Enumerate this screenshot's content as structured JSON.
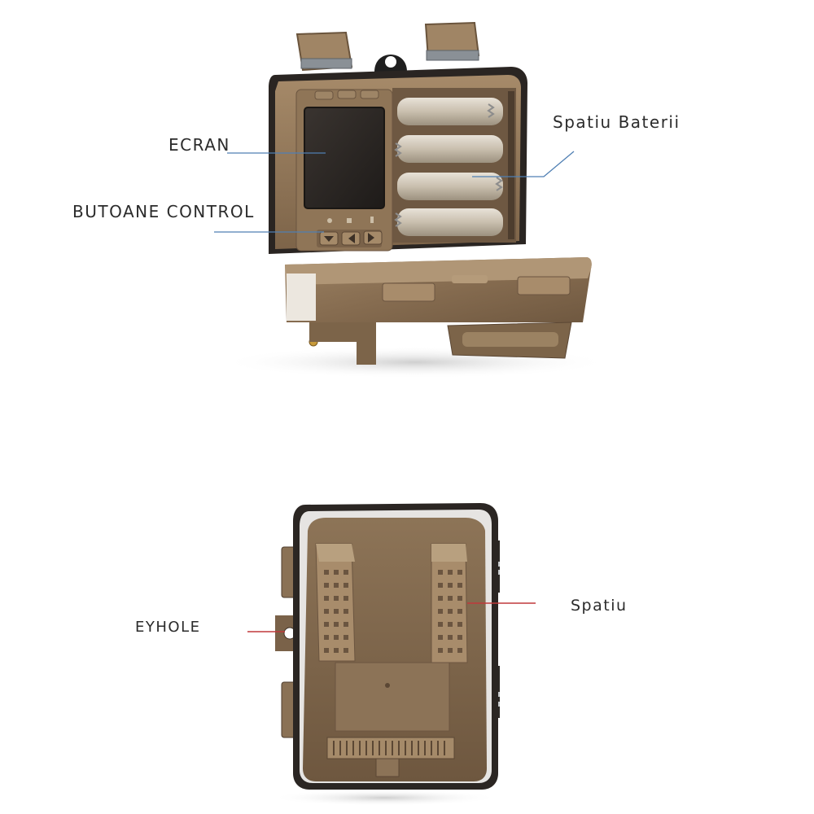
{
  "labels": {
    "screen": "ECRAN",
    "control_buttons": "BUTOANE CONTROL",
    "battery_space": "Spatiu Baterii",
    "keyhole": "EYHOLE",
    "space": "Spatiu"
  },
  "colors": {
    "body": "#8a7155",
    "body_dark": "#5e4a35",
    "body_light": "#a88c6b",
    "screen": "#2a2622",
    "battery": "#cfc6b8",
    "callout_blue": "#4f7fb3",
    "callout_red": "#c0393b",
    "text": "#2b2b2b"
  }
}
